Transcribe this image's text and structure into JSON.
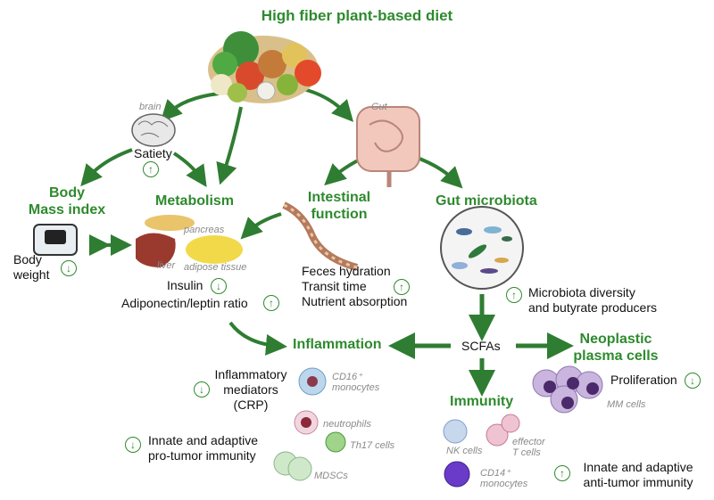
{
  "title": "High fiber plant-based diet",
  "nodes": {
    "brain": "brain",
    "satiety": "Satiety",
    "gut": "Gut",
    "bmi_line1": "Body",
    "bmi_line2": "Mass index",
    "body_weight_line1": "Body",
    "body_weight_line2": "weight",
    "metabolism": "Metabolism",
    "pancreas": "pancreas",
    "liver": "liver",
    "adipose": "adipose tissue",
    "insulin": "Insulin",
    "adiponectin": "Adiponectin/leptin ratio",
    "intestinal_line1": "Intestinal",
    "intestinal_line2": "function",
    "feces": "Feces hydration",
    "transit": "Transit time",
    "nutrient": "Nutrient absorption",
    "gut_microbiota": "Gut microbiota",
    "microbiota_line1": "Microbiota diversity",
    "microbiota_line2": "and butyrate producers",
    "scfas": "SCFAs",
    "inflammation": "Inflammation",
    "neoplastic_line1": "Neoplastic",
    "neoplastic_line2": "plasma cells",
    "proliferation": "Proliferation",
    "mm_cells": "MM cells",
    "immunity": "Immunity",
    "inflam_med_line1": "Inflammatory",
    "inflam_med_line2": "mediators",
    "inflam_med_line3": "(CRP)",
    "cd16_line1": "CD16⁺",
    "cd16_line2": "monocytes",
    "neutrophils": "neutrophils",
    "th17": "Th17 cells",
    "mdscs": "MDSCs",
    "pro_tumor_line1": "Innate and adaptive",
    "pro_tumor_line2": "pro-tumor immunity",
    "nk_cells": "NK cells",
    "effector_line1": "effector",
    "effector_line2": "T cells",
    "cd14_line1": "CD14⁺",
    "cd14_line2": "monocytes",
    "anti_tumor_line1": "Innate and adaptive",
    "anti_tumor_line2": "anti-tumor immunity"
  },
  "indicators": {
    "up": "↑",
    "down": "↓"
  },
  "colors": {
    "accent_green": "#2e8a2e",
    "arrow_green": "#2f7d32",
    "gray_label": "#8a8a8a"
  }
}
